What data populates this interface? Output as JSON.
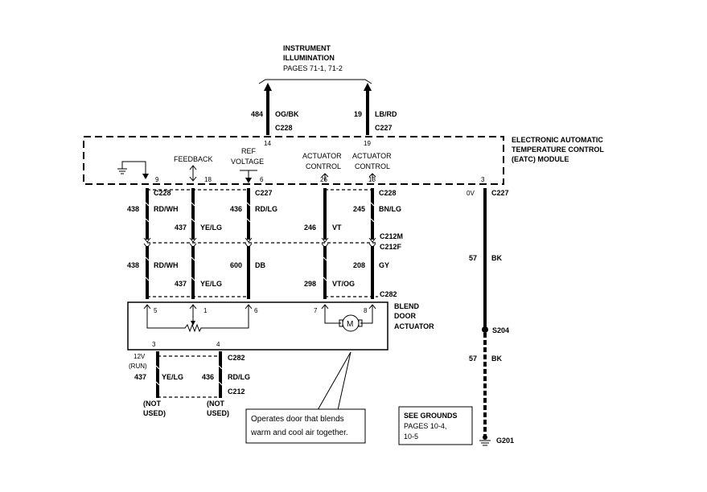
{
  "illumination": {
    "title_line1": "INSTRUMENT",
    "title_line2": "ILLUMINATION",
    "pages": "PAGES 71-1, 71-2"
  },
  "top_wires": [
    {
      "circuit": "484",
      "color": "OG/BK",
      "connector": "C228",
      "pin": "14"
    },
    {
      "circuit": "19",
      "color": "LB/RD",
      "connector": "C227",
      "pin": "19"
    }
  ],
  "module": {
    "line1": "ELECTRONIC AUTOMATIC",
    "line2": "TEMPERATURE CONTROL",
    "line3": "(EATC) MODULE"
  },
  "module_labels": {
    "feedback": "FEEDBACK",
    "ref_line1": "REF",
    "ref_line2": "VOLTAGE",
    "act1_line1": "ACTUATOR",
    "act1_line2": "CONTROL",
    "act2_line1": "ACTUATOR",
    "act2_line2": "CONTROL"
  },
  "module_pins": [
    "9",
    "18",
    "6",
    "26",
    "13",
    "3"
  ],
  "upper_connectors": {
    "c228_left": "C228",
    "c227_mid": "C227",
    "c228_right": "C228",
    "c227_ground": "C227",
    "ov": "0V"
  },
  "upper_wires": [
    {
      "circuit": "438",
      "color": "RD/WH"
    },
    {
      "circuit": "437",
      "color": "YE/LG"
    },
    {
      "circuit": "436",
      "color": "RD/LG"
    },
    {
      "circuit": "246",
      "color": "VT"
    },
    {
      "circuit": "245",
      "color": "BN/LG"
    }
  ],
  "inline_connectors": {
    "male": "C212M",
    "female": "C212F"
  },
  "lower_wires": [
    {
      "circuit": "438",
      "color": "RD/WH"
    },
    {
      "circuit": "437",
      "color": "YE/LG"
    },
    {
      "circuit": "600",
      "color": "DB"
    },
    {
      "circuit": "298",
      "color": "VT/OG"
    },
    {
      "circuit": "208",
      "color": "GY"
    }
  ],
  "actuator_connector": "C282",
  "actuator": {
    "line1": "BLEND",
    "line2": "DOOR",
    "line3": "ACTUATOR",
    "motor": "M"
  },
  "actuator_pins": [
    "5",
    "1",
    "6",
    "7",
    "8",
    "3",
    "4"
  ],
  "bottom": {
    "power_line1": "12V",
    "power_line2": "(RUN)",
    "left_circuit": "437",
    "left_color": "YE/LG",
    "right_circuit": "436",
    "right_color": "RD/LG",
    "connector_top": "C282",
    "connector_bottom": "C212",
    "not_used_line1": "(NOT",
    "not_used_line2": "USED)"
  },
  "ground_wire": {
    "circuit_top": "57",
    "color_top": "BK",
    "splice": "S204",
    "circuit_bottom": "57",
    "color_bottom": "BK",
    "ground": "G201"
  },
  "callout": {
    "line1": "Operates door that blends",
    "line2": "warm and cool air together."
  },
  "see_grounds": {
    "line1": "SEE GROUNDS",
    "line2": "PAGES 10-4,",
    "line3": "10-5"
  }
}
